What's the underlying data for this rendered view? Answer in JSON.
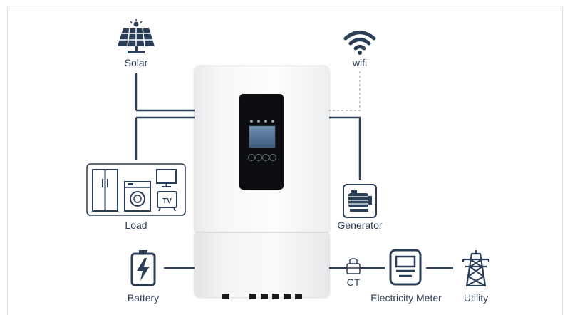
{
  "diagram": {
    "nodes": {
      "solar": {
        "label": "Solar",
        "icon": "solar-panel-icon"
      },
      "wifi": {
        "label": "wifi",
        "icon": "wifi-icon"
      },
      "load": {
        "label": "Load",
        "icon": "home-appliances-icon",
        "tv_text": "TV"
      },
      "generator": {
        "label": "Generator",
        "icon": "generator-icon"
      },
      "battery": {
        "label": "Battery",
        "icon": "battery-icon"
      },
      "ct": {
        "label": "CT",
        "icon": "ct-clamp-icon"
      },
      "meter": {
        "label": "Electricity Meter",
        "icon": "electricity-meter-icon"
      },
      "utility": {
        "label": "Utility",
        "icon": "power-tower-icon"
      }
    },
    "colors": {
      "line": "#2b3e57",
      "icon": "#2b3e57",
      "wifi_line": "#b0b6bf"
    }
  }
}
